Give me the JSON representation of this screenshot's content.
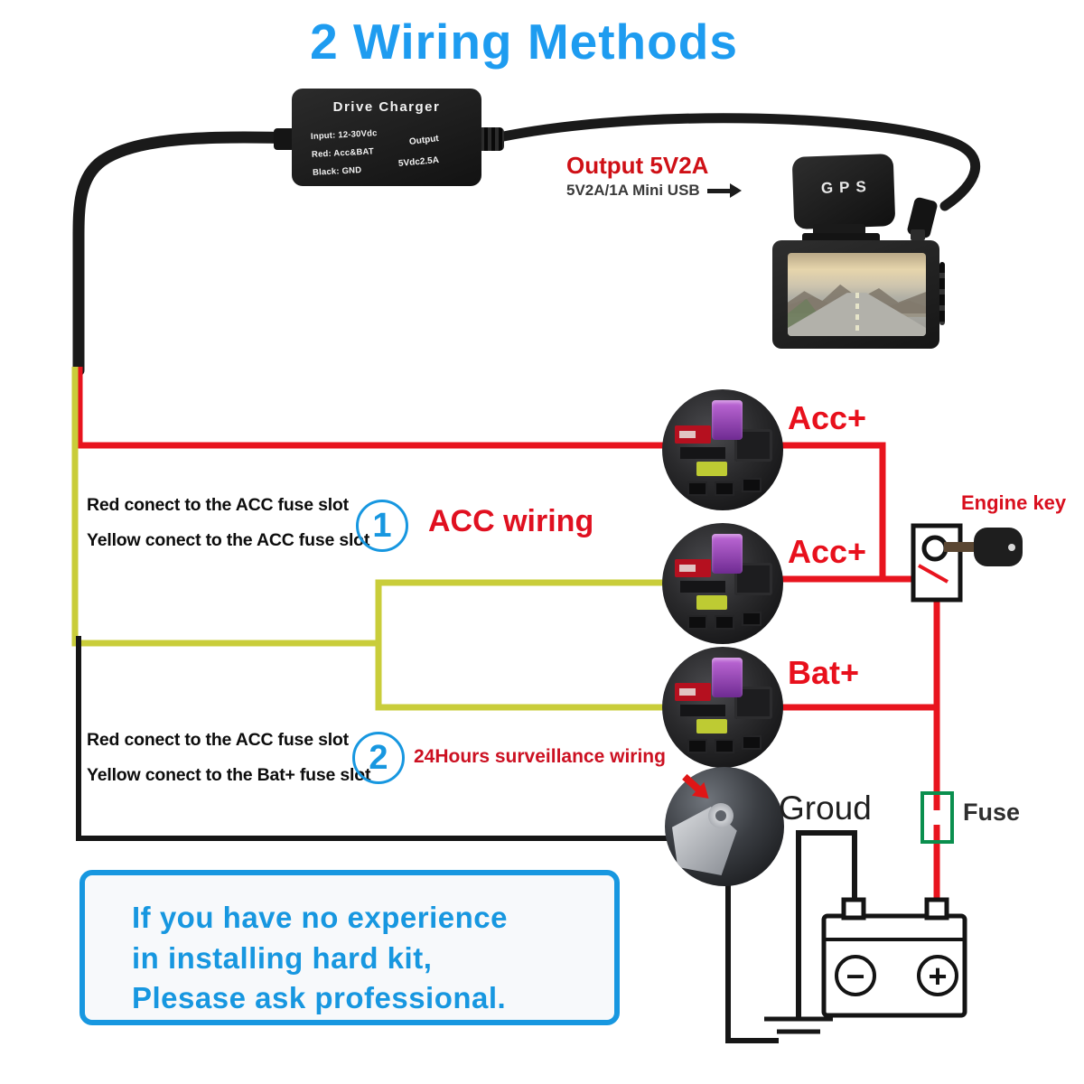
{
  "title": "2 Wiring Methods",
  "colors": {
    "accent_blue": "#1e9cf0",
    "info_blue": "#1797e0",
    "label_red": "#e8101c",
    "wire_red": "#e8141e",
    "wire_yellow": "#c9cd3a",
    "wire_black": "#161616",
    "cable_black": "#1a1a1a",
    "fuse_green": "#0a8f4e"
  },
  "charger": {
    "name": "Drive Charger",
    "input": "Input: 12-30Vdc",
    "red_wire": "Red: Acc&BAT",
    "black_wire": "Black: GND",
    "output_label": "Output",
    "output_value": "5Vdc2.5A"
  },
  "output_note": {
    "title": "Output 5V2A",
    "subtitle": "5V2A/1A Mini USB"
  },
  "camera": {
    "gps_label": "GPS"
  },
  "fuse_slots": [
    {
      "label": "Acc+"
    },
    {
      "label": "Acc+"
    },
    {
      "label": "Bat+"
    }
  ],
  "method1": {
    "line1": "Red conect to the ACC fuse slot",
    "line2": "Yellow conect to the ACC fuse slot",
    "number": "1",
    "name": "ACC wiring"
  },
  "method2": {
    "line1": "Red conect to the ACC fuse slot",
    "line2": "Yellow conect to the Bat+ fuse slot",
    "number": "2",
    "name": "24Hours surveillance wiring"
  },
  "engine_key_label": "Engine key",
  "ground_label": "Groud",
  "fuse_label": "Fuse",
  "battery": {
    "minus": "−",
    "plus": "+"
  },
  "notice": {
    "line1": "If you have no experience",
    "line2": "in installing hard kit,",
    "line3": "Plesase ask professional."
  }
}
